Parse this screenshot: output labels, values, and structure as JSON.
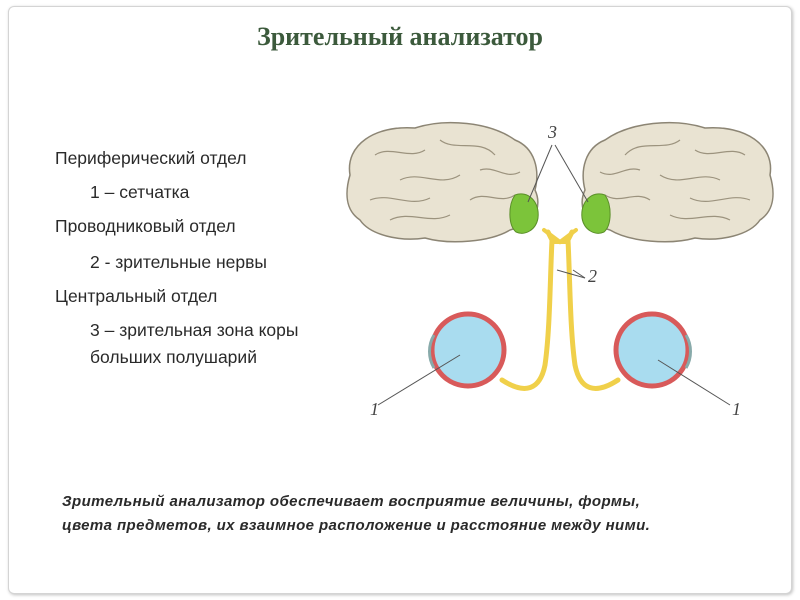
{
  "title": "Зрительный анализатор",
  "sections": [
    {
      "heading": "Периферический отдел",
      "item": "1 – сетчатка"
    },
    {
      "heading": "Проводниковый отдел",
      "item": "2  - зрительные нервы"
    },
    {
      "heading": "Центральный отдел",
      "item_lines": [
        "3 – зрительная зона коры",
        "больших полушарий"
      ]
    }
  ],
  "diagram_labels": {
    "retina": "1",
    "nerves": "2",
    "cortex": "3"
  },
  "colors": {
    "title": "#3c5a3c",
    "brain": "#e9e3d2",
    "cortex_zone": "#7cc43a",
    "nerve": "#f0d04a",
    "eyeball": "#a9dcef",
    "sclera": "#d85a5a"
  },
  "description_lines": [
    "Зрительный анализатор обеспечивает восприятие величины, формы,",
    "цвета предметов, их взаимное расположение и расстояние между ними."
  ]
}
